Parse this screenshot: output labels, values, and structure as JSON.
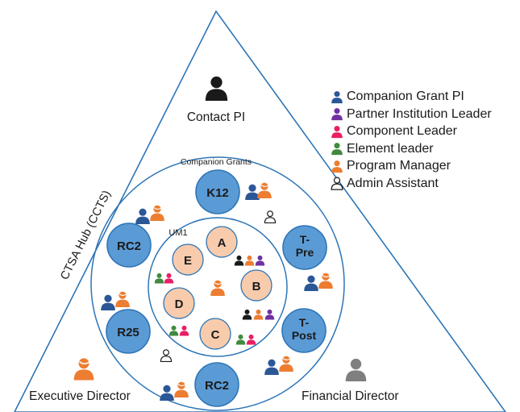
{
  "title_contact": "Contact PI",
  "hub_label": "CTSA Hub (CCTS)",
  "companion_label": "Companion Grants",
  "um_label": "UM1",
  "exec_label": "Executive Director",
  "fin_label": "Financial Director",
  "companion_grants": {
    "k12": "K12",
    "rc2_top": "RC2",
    "r25": "R25",
    "rc2_bottom": "RC2",
    "tpre_line1": "T-",
    "tpre_line2": "Pre",
    "tpost_line1": "T-",
    "tpost_line2": "Post"
  },
  "components": {
    "a": "A",
    "b": "B",
    "c": "C",
    "d": "D",
    "e": "E"
  },
  "legend": [
    {
      "label": "Companion Grant PI",
      "color": "#2b5797",
      "icon": "person-icon"
    },
    {
      "label": "Partner Institution Leader",
      "color": "#7030a0",
      "icon": "person-icon"
    },
    {
      "label": "Component Leader",
      "color": "#e91e63",
      "icon": "person-icon"
    },
    {
      "label": "Element leader",
      "color": "#3f8a3f",
      "icon": "person-icon"
    },
    {
      "label": "Program Manager",
      "color": "#ed7d31",
      "icon": "person-icon"
    },
    {
      "label": "Admin Assistant",
      "color": "#ffffff",
      "icon": "person-outline-icon"
    }
  ],
  "colors": {
    "grant_circle": "#5b9bd5",
    "component_circle": "#f8cbad",
    "line": "#2e75b6",
    "contact": "#1a1a1a",
    "executive": "#ed7d31",
    "financial": "#7f7f7f"
  }
}
